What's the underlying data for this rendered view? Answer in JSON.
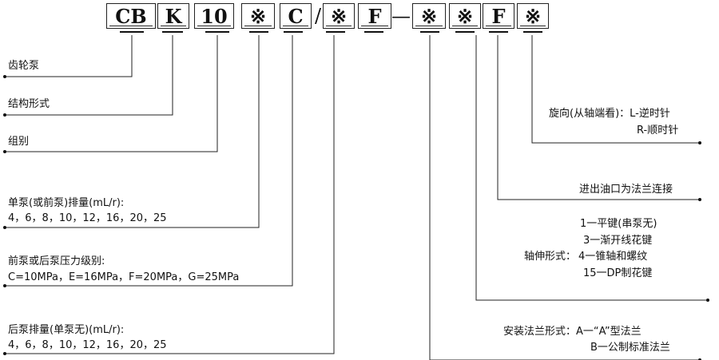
{
  "code": {
    "b1": "CB",
    "b2": "K",
    "b3": "10",
    "b4": "※",
    "b5": "C",
    "sep1": "/",
    "b6": "※",
    "b7": "F",
    "sep2": "—",
    "b8": "※",
    "b9": "※",
    "b10": "F",
    "b11": "※"
  },
  "left": {
    "pump": "齿轮泵",
    "structure": "结构形式",
    "group": "组别",
    "disp1_title": "单泵(或前泵)排量(mL/r):",
    "disp1_values": "4，6，8，10，12，16，20，25",
    "pressure_title": "前泵或后泵压力级别:",
    "pressure_values": "C=10MPa，E=16MPa，F=20MPa，G=25MPa",
    "disp2_title": "后泵排量(单泵无)(mL/r):",
    "disp2_values": "4，6，8，10，12，16，20，25"
  },
  "right": {
    "rot_title": "旋向(从轴端看)：L-逆时针",
    "rot_r": "R-顺时针",
    "port": "进出油口为法兰连接",
    "shaft_title": "轴伸形式：",
    "shaft_1": "1一平键(串泵无)",
    "shaft_3": "3一渐开线花键",
    "shaft_4": "4一锥轴和螺纹",
    "shaft_15": "15一DP制花键",
    "flange_title": "安装法兰形式：A一“A”型法兰",
    "flange_b": "B一公制标准法兰"
  }
}
